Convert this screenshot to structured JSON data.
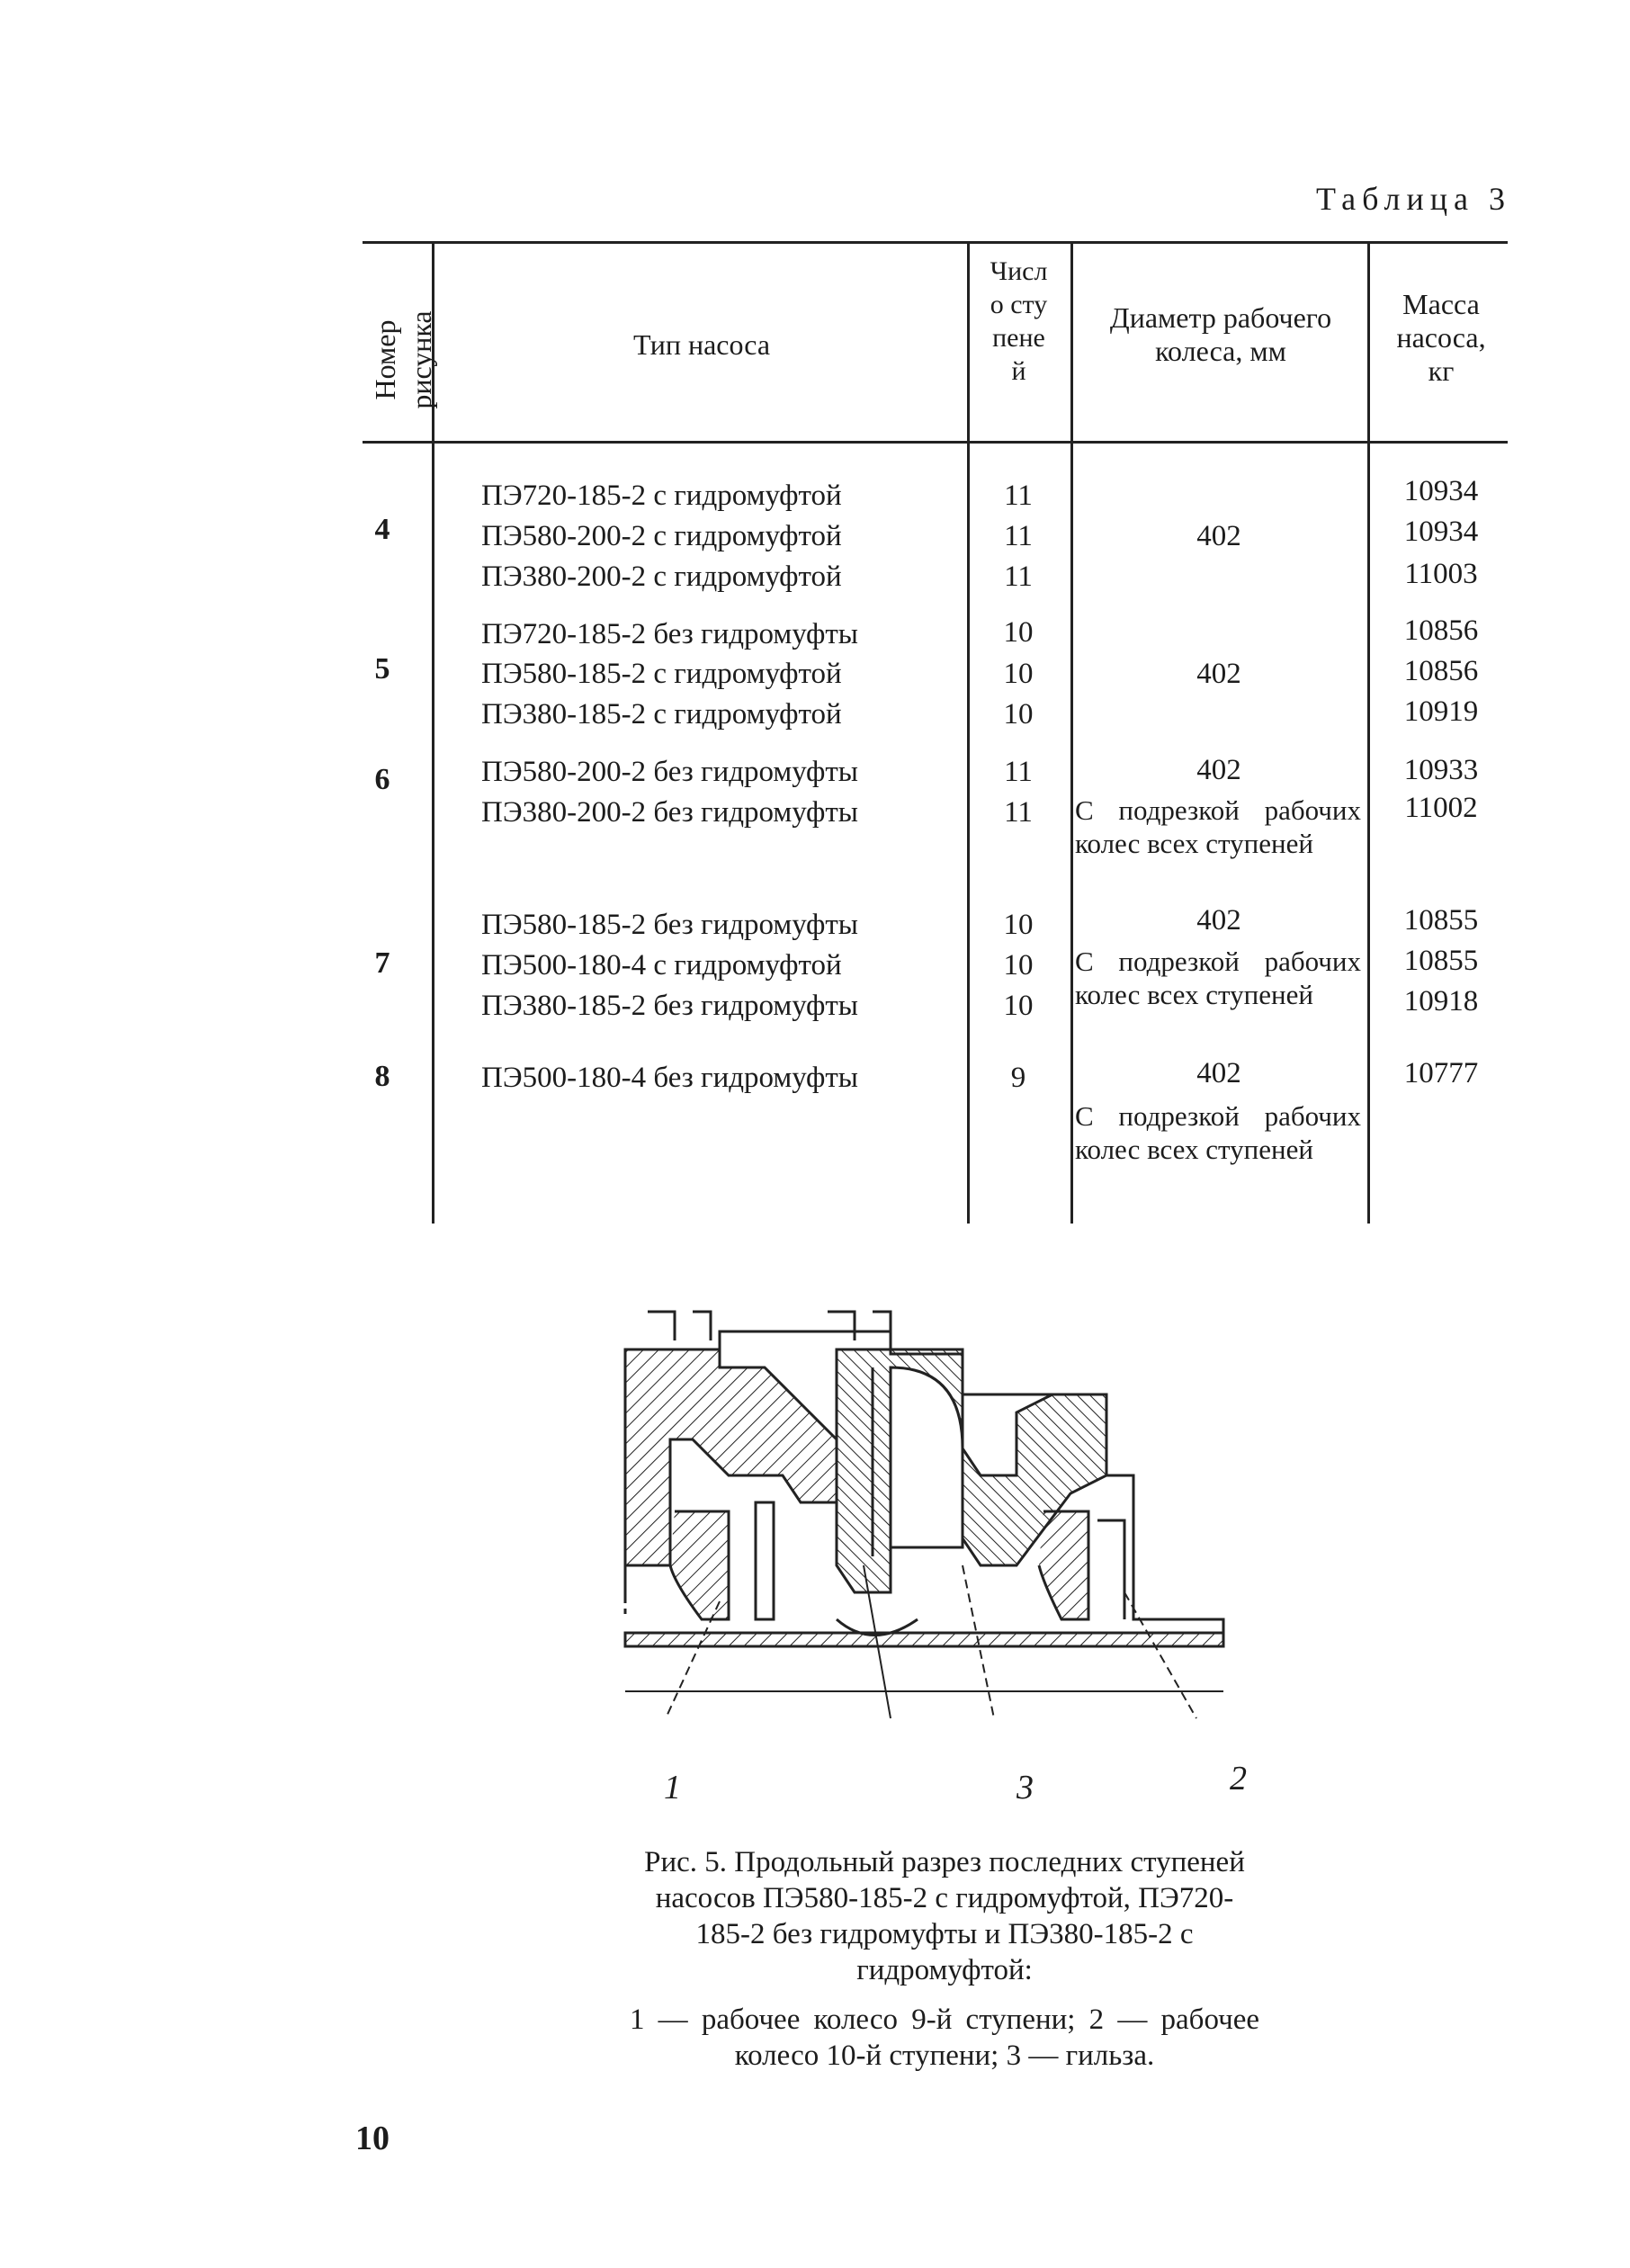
{
  "table": {
    "caption": "Таблица 3",
    "headers": {
      "figure_number": "Номер рисунка",
      "pump_type": "Тип насоса",
      "stages": "Число ступеней",
      "diameter": "Диаметр рабочего колеса, мм",
      "mass": "Масса насоса, кг"
    },
    "rows": [
      {
        "figure": "4",
        "pump": "ПЭ720-185-2 с гидромуфтой",
        "stages": "11",
        "diameter": "",
        "mass": "10934"
      },
      {
        "figure": "",
        "pump": "ПЭ580-200-2 с гидромуфтой",
        "stages": "11",
        "diameter": "402",
        "mass": "10934"
      },
      {
        "figure": "",
        "pump": "ПЭ380-200-2 с гидромуфтой",
        "stages": "11",
        "diameter": "",
        "mass": "11003"
      },
      {
        "figure": "",
        "pump": "ПЭ720-185-2 без гидромуфты",
        "stages": "10",
        "diameter": "",
        "mass": "10856"
      },
      {
        "figure": "5",
        "pump": "ПЭ580-185-2 с гидромуфтой",
        "stages": "10",
        "diameter": "402",
        "mass": "10856"
      },
      {
        "figure": "",
        "pump": "ПЭ380-185-2 с гидромуфтой",
        "stages": "10",
        "diameter": "",
        "mass": "10919"
      },
      {
        "figure": "6",
        "pump": "ПЭ580-200-2 без гидромуфты",
        "stages": "11",
        "diameter": "402",
        "mass": "10933"
      },
      {
        "figure": "",
        "pump": "ПЭ380-200-2 без гидромуфты",
        "stages": "11",
        "diameter": "С подрезкой рабочих колес всех ступеней",
        "mass": "11002"
      },
      {
        "figure": "",
        "pump": "ПЭ580-185-2 без гидромуфты",
        "stages": "10",
        "diameter": "402",
        "mass": "10855"
      },
      {
        "figure": "7",
        "pump": "ПЭ500-180-4 с гидромуфтой",
        "stages": "10",
        "diameter": "С подрезкой рабочих колес всех ступеней",
        "mass": "10855"
      },
      {
        "figure": "",
        "pump": "ПЭ380-185-2 без гидромуфты",
        "stages": "10",
        "diameter": "",
        "mass": "10918"
      },
      {
        "figure": "8",
        "pump": "ПЭ500-180-4 без гидромуфты",
        "stages": "9",
        "diameter": "402",
        "mass": "10777"
      },
      {
        "figure": "",
        "pump": "",
        "stages": "",
        "diameter": "С подрезкой рабочих колес всех ступеней",
        "mass": ""
      }
    ]
  },
  "figure": {
    "labels": [
      "1",
      "3",
      "2"
    ],
    "caption": "Рис. 5. Продольный разрез последних ступеней насосов ПЭ580-185-2 с гидромуфтой, ПЭ720-185-2 без гидромуфты и ПЭ380-185-2 с гидромуфтой:",
    "legend": "1 — рабочее колесо 9-й ступени; 2 — рабочее колесо 10-й ступени; 3 — гильза."
  },
  "page_number": "10"
}
